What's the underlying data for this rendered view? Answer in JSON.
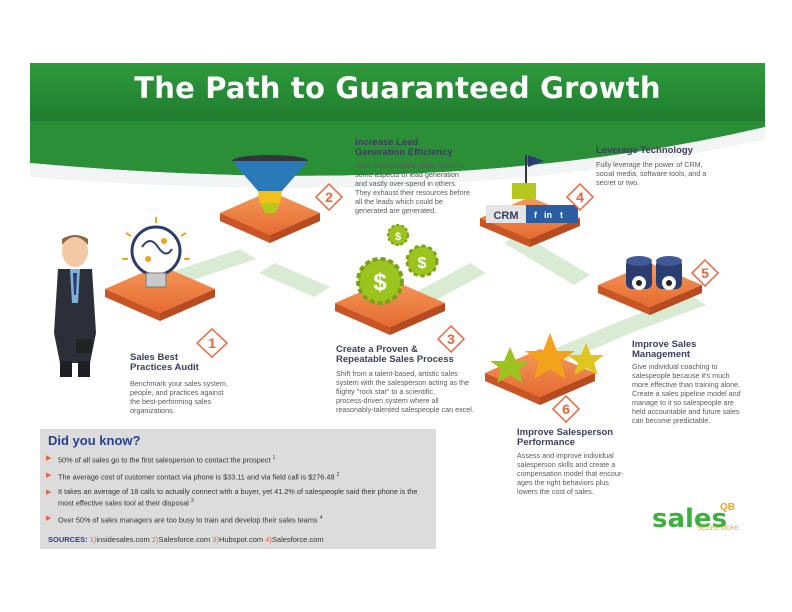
{
  "title": "The Path to Guaranteed Growth",
  "steps": [
    {
      "num": "1",
      "title_l1": "Sales Best",
      "title_l2": "Practices Audit",
      "body": [
        "Benchmark your sales system,",
        "people, and practices against",
        "the best-performing sales",
        "organizations."
      ]
    },
    {
      "num": "2",
      "title_l1": "Increase Lead",
      "title_l2": "Generation Efficiency",
      "body": [
        "Most organizations under-invest in",
        "some aspects of lead generation",
        "and vastly over-spend in others.",
        "They exhaust their resources before",
        "all the leads which could be",
        "generated are generated."
      ]
    },
    {
      "num": "3",
      "title_l1": "Create a Proven &",
      "title_l2": "Repeatable Sales Process",
      "body": [
        "Shift from a talent-based, artistic sales",
        "system with the salesperson acting as the",
        "flighty \"rock star\" to a scientific,",
        "process-driven system where all",
        "reasonably-talented salespeople can excel."
      ]
    },
    {
      "num": "4",
      "title_l1": "Leverage Technology",
      "title_l2": "",
      "body": [
        "Fully leverage the power of CRM,",
        "social media, software tools, and a",
        "secret or two."
      ]
    },
    {
      "num": "5",
      "title_l1": "Improve Sales",
      "title_l2": "Management",
      "body": [
        "Give individual coaching to",
        "salespeople because it's much",
        "more effective than training alone.",
        "Create a sales pipeline model and",
        "manage to it so salespeople are",
        "held accountable and future sales",
        "can become predictable."
      ]
    },
    {
      "num": "6",
      "title_l1": "Improve Salesperson",
      "title_l2": "Performance",
      "body": [
        "Assess and improve individual",
        "salesperson skills and create a",
        "compensation model that encour-",
        "ages the right behaviors plus",
        "lowers the cost of sales."
      ]
    }
  ],
  "crm": {
    "label": "CRM",
    "social": [
      "f",
      "in",
      "t"
    ]
  },
  "did_you_know": {
    "heading": "Did you know?",
    "items": [
      {
        "text": "50% of all sales go to the first salesperson to contact the prospect",
        "ref": "1"
      },
      {
        "text": "The average cost of customer contact via phone is $33.11 and via field call is $276.48",
        "ref": "2"
      },
      {
        "text": "It takes an average of 18 calls to actually connect with a buyer, yet 41.2% of salespeople said their phone is the most effective sales tool at their disposal",
        "ref": "3"
      },
      {
        "text": "Over 50% of sales managers are too busy to train and develop their sales teams",
        "ref": "4"
      }
    ],
    "sources_label": "SOURCES:",
    "sources": [
      {
        "n": "1)",
        "name": "insidesales.com"
      },
      {
        "n": "2)",
        "name": "Salesforce.com"
      },
      {
        "n": "3)",
        "name": "Hubspot.com"
      },
      {
        "n": "4)",
        "name": "Salesforce.com"
      }
    ]
  },
  "logo": {
    "word": "sales",
    "mark": "QB",
    "tagline": "SCORE MORE"
  },
  "colors": {
    "green": "#2f9a3c",
    "orange": "#e8663a",
    "navy": "#3b3f5c",
    "path": "#d9ecd3"
  }
}
